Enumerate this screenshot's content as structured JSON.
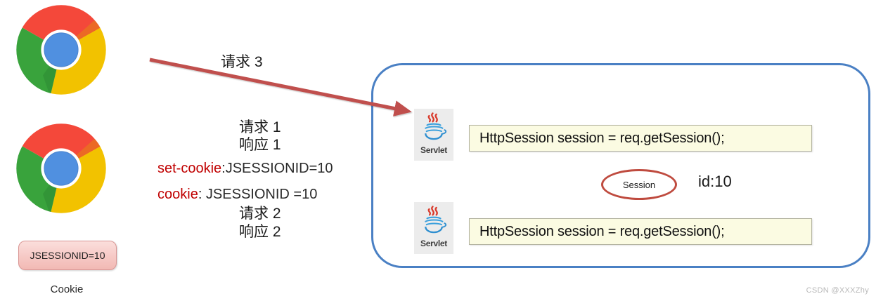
{
  "diagram": {
    "title": "HttpSession / Cookie flow between browser and servlet container",
    "watermark": "CSDN @XXXZhy"
  },
  "colors": {
    "request_arrow": "#c0504d",
    "response_arrow": "#4a7ebb",
    "server_box_border": "#4a80c4",
    "session_ellipse": "#bf4b3f",
    "code_box_bg": "#fbfbe2",
    "cookie_chip_bg": "#f6c9c5",
    "cookie_key_text": "#c00000",
    "chrome_red": "#f4483a",
    "chrome_green": "#39a33c",
    "chrome_yellow": "#f2c200",
    "chrome_blue": "#5090e0"
  },
  "client": {
    "browser_top_icon": "chrome-logo",
    "browser_bottom_icon": "chrome-logo",
    "cookie_chip_value": "JSESSIONID=10",
    "cookie_caption": "Cookie"
  },
  "messages": [
    {
      "id": "request-3",
      "label": "请求 3",
      "direction": "to-server",
      "kind": "request"
    },
    {
      "id": "request-1",
      "label": "请求 1",
      "direction": "to-server",
      "kind": "request"
    },
    {
      "id": "response-1",
      "label": "响应 1",
      "direction": "to-client",
      "kind": "response"
    },
    {
      "id": "request-2",
      "label": "请求 2",
      "direction": "to-server",
      "kind": "request"
    },
    {
      "id": "response-2",
      "label": "响应 2",
      "direction": "to-client",
      "kind": "response"
    }
  ],
  "headers": [
    {
      "id": "set-cookie-header",
      "key": "set-cookie",
      "value": ":JSESSIONID=10"
    },
    {
      "id": "cookie-header",
      "key": "cookie",
      "value": ": JSESSIONID =10"
    }
  ],
  "server": {
    "servlet_top_label": "Servlet",
    "servlet_bottom_label": "Servlet",
    "code_top": "HttpSession session = req.getSession();",
    "code_bottom": "HttpSession session = req.getSession();",
    "session_label": "Session",
    "session_id": "id:10"
  }
}
